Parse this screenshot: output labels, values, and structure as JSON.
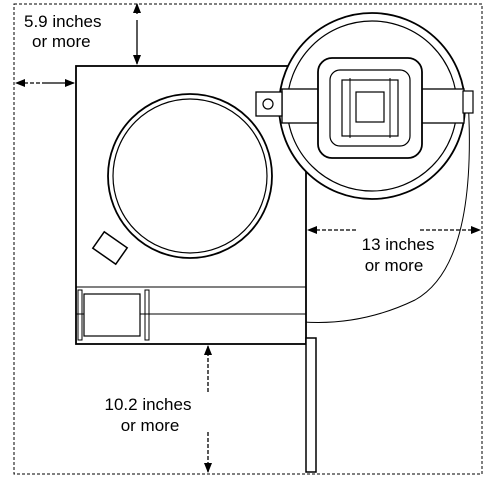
{
  "clearances": {
    "top_left": {
      "line1": "5.9 inches",
      "line2": "or more"
    },
    "right": {
      "line1": "13 inches",
      "line2": "or more"
    },
    "bottom": {
      "line1": "10.2 inches",
      "line2": "or more"
    }
  },
  "colors": {
    "stroke": "#000000",
    "background": "#ffffff"
  }
}
